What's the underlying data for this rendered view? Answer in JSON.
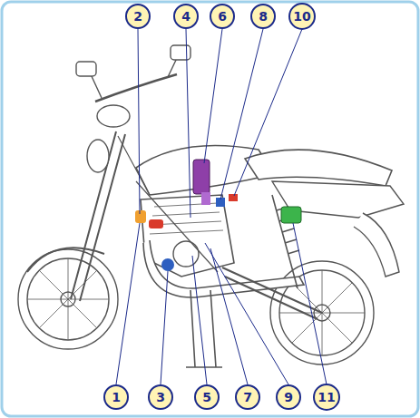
{
  "diagram": {
    "nodes": [
      {
        "text": [
          "2"
        ]
      },
      {
        "text": [
          "4"
        ]
      },
      {
        "text": [
          "6"
        ]
      },
      {
        "text": [
          "8"
        ]
      },
      {
        "text": [
          "10"
        ]
      },
      {
        "text": [
          "1"
        ]
      },
      {
        "text": [
          "3"
        ]
      },
      {
        "text": [
          "5"
        ]
      },
      {
        "text": [
          "7"
        ]
      },
      {
        "text": [
          "9"
        ]
      },
      {
        "text": [
          "11"
        ]
      }
    ]
  }
}
